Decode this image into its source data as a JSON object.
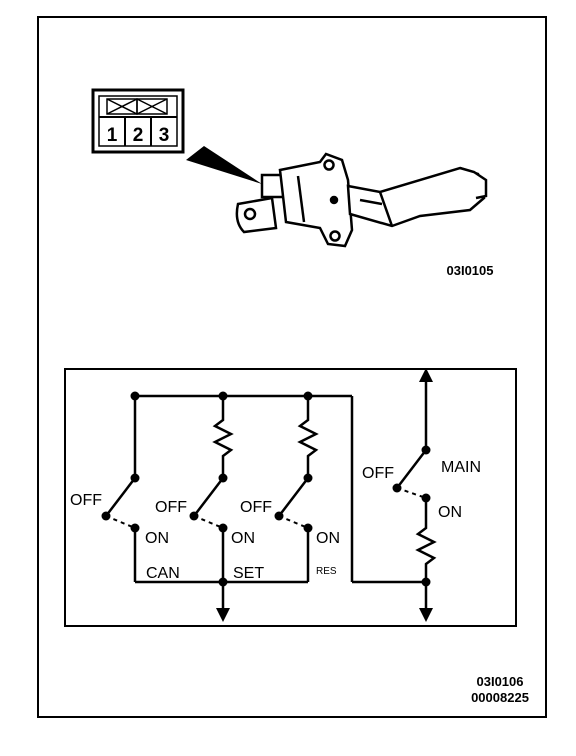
{
  "connector": {
    "pins": [
      "1",
      "2",
      "3"
    ]
  },
  "codes": {
    "top_figure": "03I0105",
    "bottom_figure": "03I0106",
    "doc_number": "00008225"
  },
  "switches": {
    "can": {
      "off": "OFF",
      "on": "ON",
      "name": "CAN"
    },
    "set": {
      "off": "OFF",
      "on": "ON",
      "name": "SET"
    },
    "res": {
      "off": "OFF",
      "on": "ON",
      "name": "RES"
    },
    "main": {
      "off": "OFF",
      "on": "ON",
      "name": "MAIN"
    }
  }
}
